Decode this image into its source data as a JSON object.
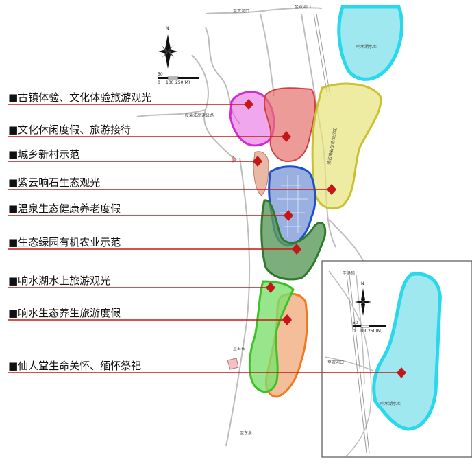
{
  "zones": [
    {
      "label": "■古镇体验、文化体验旅游观光"
    },
    {
      "label": "■文化休闲度假、旅游接待"
    },
    {
      "label": "■城乡新村示范"
    },
    {
      "label": "■紫云响石生态观光"
    },
    {
      "label": "■温泉生态健康养老度假"
    },
    {
      "label": "■生态绿园有机农业示范"
    },
    {
      "label": "■响水湖水上旅游观光"
    },
    {
      "label": "■响水生态养生旅游度假"
    },
    {
      "label": "■仙人堂生命关怀、缅怀祭祀"
    }
  ],
  "map_labels": {
    "top_road_left": "至双河口",
    "top_road_right": "至双河口",
    "highway": "绥渝江高速公路",
    "lake_name": "响水湖水库",
    "yellow_zone": "紫云响石生态观光区",
    "south_west": "至五布",
    "south": "至东泉",
    "inset_top": "至洛碛",
    "inset_road": "至双河口",
    "inset_lake": "响水湖水库"
  },
  "compass": {
    "north": "N"
  },
  "scale": {
    "unit_label": "50",
    "ticks": [
      "0",
      "100",
      "250(M)"
    ]
  },
  "inset_compass": {
    "north": "N"
  },
  "inset_scale": {
    "unit_label": "50",
    "ticks": [
      "0",
      "100",
      "250(M)"
    ]
  },
  "colors": {
    "pink": "#e65ee0",
    "red": "#e6706e",
    "yellow": "#e7e27a",
    "tan": "#e2a890",
    "blue": "#6f8fd4",
    "green": "#5a9a5a",
    "lime": "#7ee06e",
    "orange": "#f0a878",
    "lake": "#9fe8f0",
    "marker": "#c41818",
    "leader": "#c41818"
  }
}
